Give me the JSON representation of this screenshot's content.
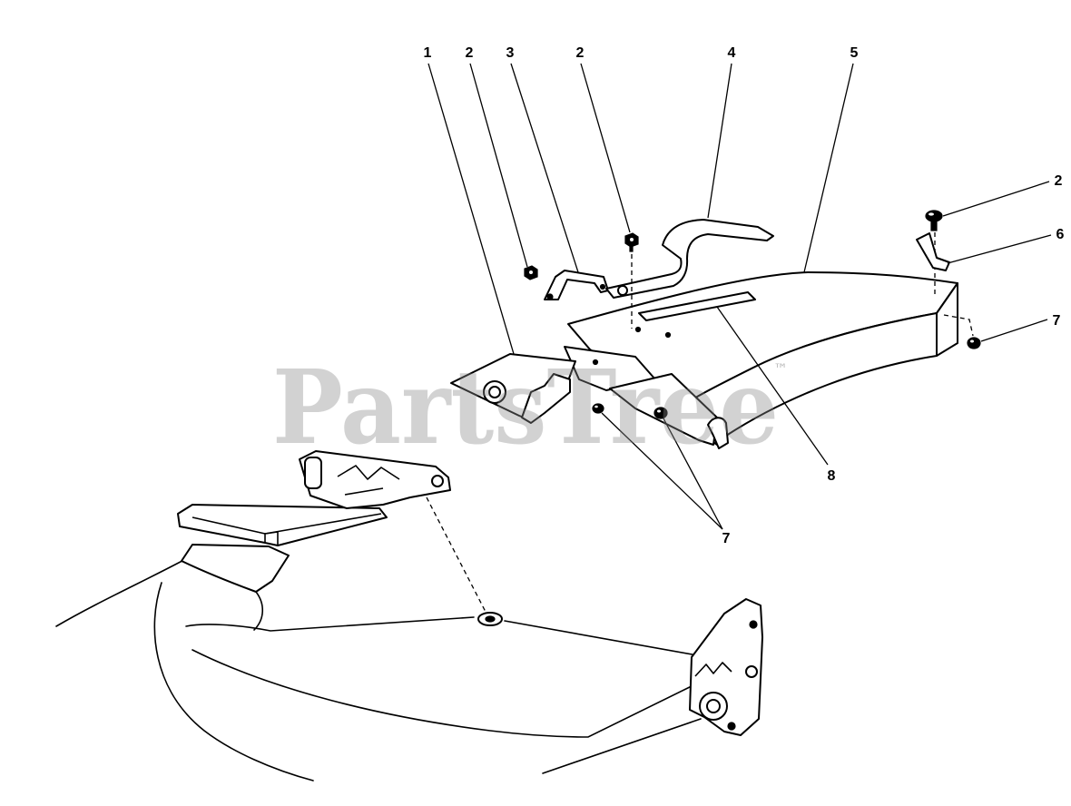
{
  "watermark": {
    "brand": "PartsTree",
    "trademark": "™"
  },
  "callouts": [
    "1",
    "2",
    "3",
    "2",
    "4",
    "5",
    "2",
    "6",
    "7",
    "8",
    "7"
  ],
  "colors": {
    "line": "#000000",
    "background": "#ffffff",
    "watermark": "#8a8a8a"
  }
}
